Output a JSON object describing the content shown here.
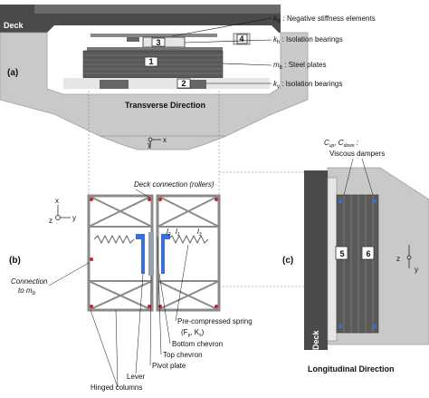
{
  "figure": {
    "panels": {
      "a": "(a)",
      "b": "(b)",
      "c": "(c)"
    },
    "panel_a": {
      "deck_label": "Deck",
      "direction_title": "Transverse Direction",
      "element_numbers": [
        "1",
        "2",
        "3",
        "4"
      ],
      "legend": [
        {
          "symbol": "k_N",
          "symbol_text": "k",
          "symbol_sub": "N",
          "sep": " : ",
          "desc": "Negative stiffness elements"
        },
        {
          "symbol": "k_h",
          "symbol_text": "k",
          "symbol_sub": "h",
          "sep": " : ",
          "desc": "Isolation bearings"
        },
        {
          "symbol": "m_b",
          "symbol_text": "m",
          "symbol_sub": "b",
          "sep": " : ",
          "desc": "Steel plates"
        },
        {
          "symbol": "k_v",
          "symbol_text": "k",
          "symbol_sub": "v",
          "sep": " : ",
          "desc": "Isolation bearings"
        }
      ],
      "axes": {
        "y": "y",
        "x": "x"
      }
    },
    "panel_b": {
      "deck_connection": "Deck connection (rollers)",
      "connection_to_mb": [
        "Connection",
        "to m"
      ],
      "connection_sub": "b",
      "dims": [
        "l",
        "l",
        "l"
      ],
      "dim_subs": [
        "2",
        "1",
        "3"
      ],
      "axes": {
        "x": "x",
        "y": "y",
        "z": "z"
      },
      "callouts": [
        "Pre-compressed spring",
        "(F",
        "Bottom chevron",
        "Top chevron",
        "Pivot plate",
        "Lever",
        "Hinged columns"
      ],
      "spring_params": {
        "f_sub": "p",
        "mid": ", K",
        "k_sub": "s",
        "end": ")"
      }
    },
    "panel_c": {
      "damper_symbols": "C",
      "damper_sub1": "up",
      "damper_sep": ", C",
      "damper_sub2": "down",
      "damper_colon": " :",
      "damper_desc": "Viscous dampers",
      "deck_label": "Deck",
      "element_numbers": [
        "5",
        "6"
      ],
      "direction_title": "Longitudinal Direction",
      "axes": {
        "z": "z",
        "y": "y"
      }
    },
    "colors": {
      "concrete": "#c9c9c9",
      "concrete_dark": "#9e9e9e",
      "deck": "#4a4a4a",
      "steel": "#5a5a5a",
      "lever": "#3b6fd4",
      "frame": "#8a8a8a",
      "connector_red": "#c0282d"
    }
  }
}
